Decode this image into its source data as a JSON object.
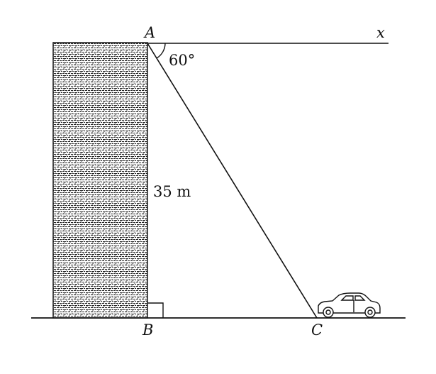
{
  "labels": {
    "point_a": "A",
    "point_b": "B",
    "point_c": "C",
    "axis_x": "x",
    "angle": "60°",
    "height": "35 m"
  }
}
